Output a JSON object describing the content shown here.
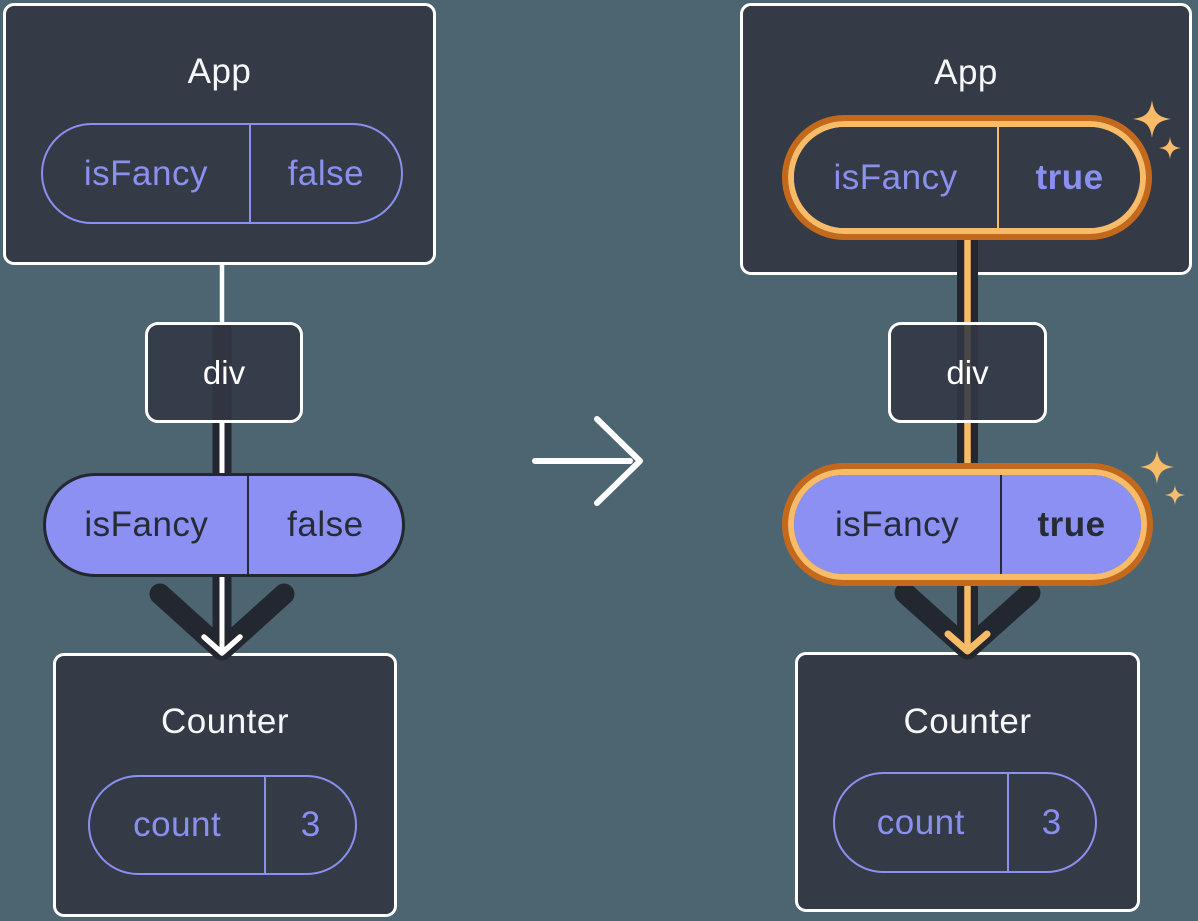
{
  "colors": {
    "bg": "#4C6571",
    "box": "#343A46",
    "white": "#FFFFFF",
    "title-text": "#F6F7F9",
    "purple": "#8A90F0",
    "purple-fill": "#8B90F2",
    "dark": "#23272F",
    "dark-text": "#262B35",
    "orange-dark": "#C4691B",
    "orange-light": "#F8BB68"
  },
  "icons": {
    "transition": "right-arrow-icon",
    "highlight": "sparkle-icon",
    "flow": "arrow-down-icon"
  },
  "trees": {
    "before": {
      "app": {
        "title": "App",
        "state_name": "isFancy",
        "state_value": "false"
      },
      "container": {
        "label": "div"
      },
      "prop": {
        "name": "isFancy",
        "value": "false"
      },
      "counter": {
        "title": "Counter",
        "state_name": "count",
        "state_value": "3"
      }
    },
    "after": {
      "app": {
        "title": "App",
        "state_name": "isFancy",
        "state_value": "true"
      },
      "container": {
        "label": "div"
      },
      "prop": {
        "name": "isFancy",
        "value": "true"
      },
      "counter": {
        "title": "Counter",
        "state_name": "count",
        "state_value": "3"
      }
    }
  }
}
